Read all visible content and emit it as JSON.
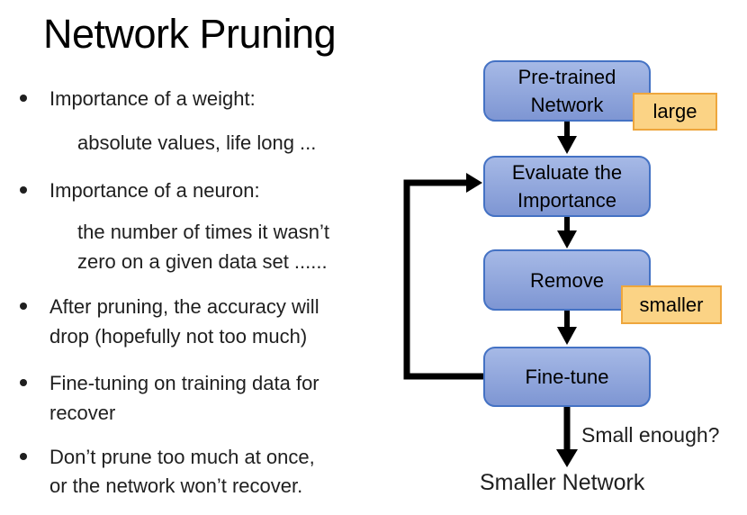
{
  "title": "Network Pruning",
  "left": {
    "lines": [
      {
        "text": "Importance of a weight:"
      },
      {
        "text": "absolute values, life long ..."
      },
      {
        "text": "Importance of a neuron:"
      },
      {
        "text": "the number of times it wasn’t"
      },
      {
        "text": "zero on a given data set ......"
      },
      {
        "text": "After pruning, the accuracy will"
      },
      {
        "text": "drop (hopefully not too much)"
      },
      {
        "text": "Fine-tuning on training data for"
      },
      {
        "text": "recover"
      },
      {
        "text": "Don’t prune too much at once,"
      },
      {
        "text": "or the network won’t recover."
      }
    ]
  },
  "flow": {
    "nodes": [
      {
        "lines": [
          "Pre-trained",
          "Network"
        ]
      },
      {
        "lines": [
          "Evaluate the",
          "Importance"
        ]
      },
      {
        "lines": [
          "Remove"
        ]
      },
      {
        "lines": [
          "Fine-tune"
        ]
      }
    ],
    "tags": [
      {
        "label": "large"
      },
      {
        "label": "smaller"
      }
    ],
    "question": "Small enough?",
    "result": "Smaller Network"
  },
  "colors": {
    "node-fill-top": "#A6B9E6",
    "node-fill-bottom": "#7E96D3",
    "node-border": "#4472C4",
    "tag-fill": "#FBD385",
    "tag-border": "#EEA63D",
    "arrow": "#000000",
    "text": "#1F1F1F"
  }
}
